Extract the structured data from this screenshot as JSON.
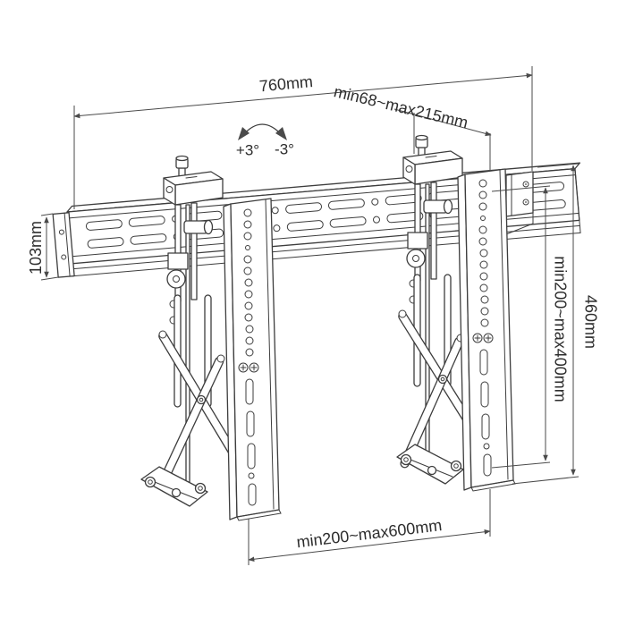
{
  "diagram": {
    "type": "technical-drawing",
    "subject": "Pop-out video wall mount dimensional drawing",
    "colors": {
      "background": "#ffffff",
      "line": "#3d3d3d",
      "dimension_line": "#4a4a4a"
    },
    "labels": {
      "rail_width": "760mm",
      "depth_range": "min68~max215mm",
      "rail_height": "103mm",
      "total_height": "460mm",
      "vesa_vertical_range": "min200~max400mm",
      "vesa_horizontal_range": "min200~max600mm",
      "tilt_positive": "+3°",
      "tilt_negative": "-3°"
    }
  }
}
